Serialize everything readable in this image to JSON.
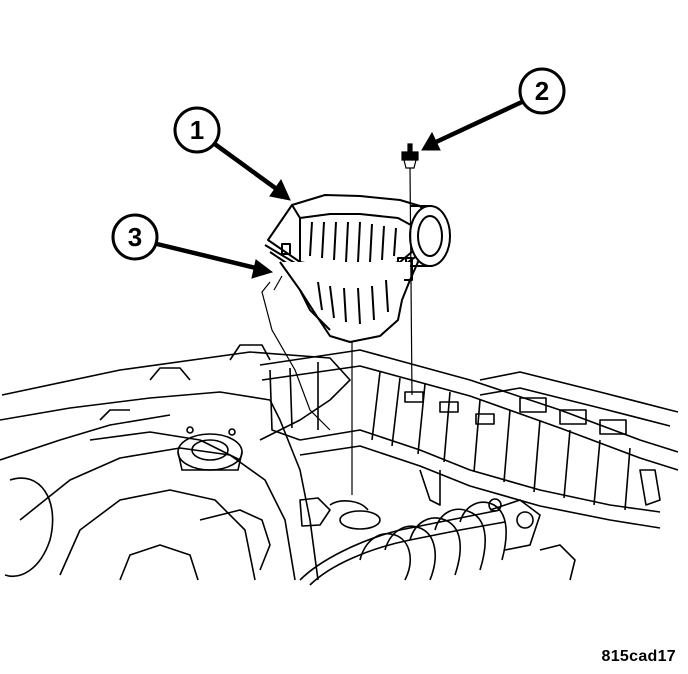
{
  "callouts": {
    "c1": "1",
    "c2": "2",
    "c3": "3"
  },
  "figure_id": "815cad17",
  "colors": {
    "ink": "#000000",
    "paper": "#ffffff"
  }
}
